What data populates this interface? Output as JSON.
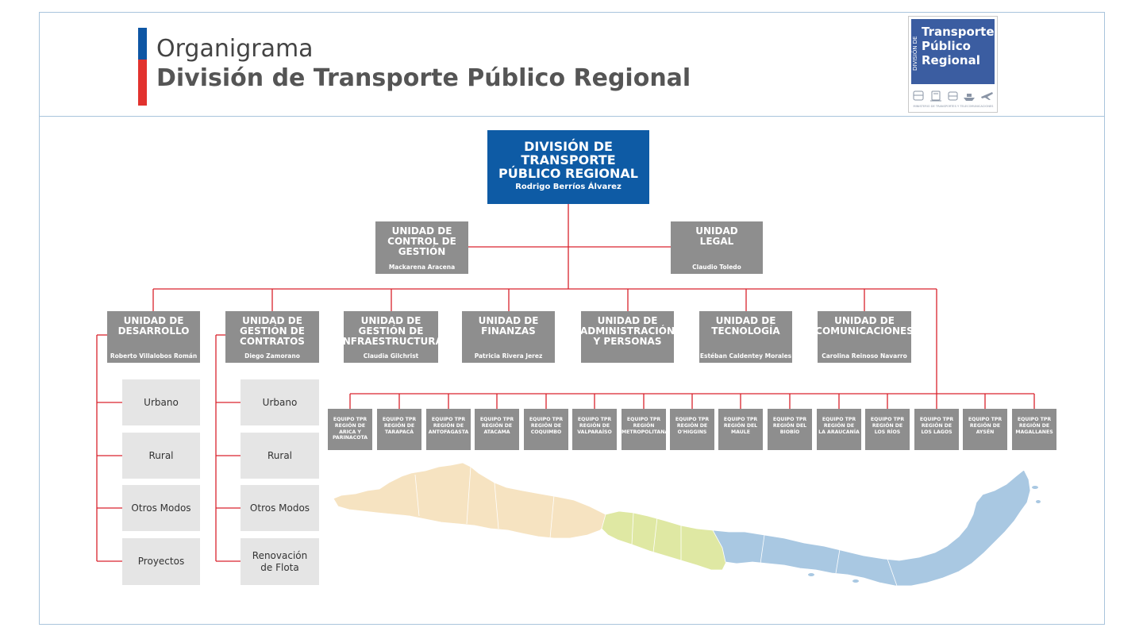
{
  "header": {
    "title_line1": "Organigrama",
    "title_line2": "División de Transporte Público Regional"
  },
  "logo": {
    "side": "DIVISIÓN DE",
    "line1": "Transporte",
    "line2": "Público",
    "line3": "Regional",
    "ministry": "MINISTERIO DE TRANSPORTES Y TELECOMUNICACIONES",
    "icons": [
      "bus-icon",
      "train-icon",
      "tram-icon",
      "boat-icon",
      "plane-icon"
    ]
  },
  "top": {
    "title": [
      "DIVISIÓN DE",
      "TRANSPORTE",
      "PÚBLICO REGIONAL"
    ],
    "person": "Rodrigo Berríos Álvarez"
  },
  "staff": [
    {
      "title": [
        "UNIDAD DE",
        "CONTROL DE",
        "GESTIÓN"
      ],
      "person": "Mackarena Aracena"
    },
    {
      "title": [
        "UNIDAD",
        "LEGAL"
      ],
      "person": "Claudio Toledo"
    }
  ],
  "units": [
    {
      "title": [
        "UNIDAD DE",
        "DESARROLLO"
      ],
      "person": "Roberto Villalobos Román"
    },
    {
      "title": [
        "UNIDAD DE",
        "GESTIÓN DE",
        "CONTRATOS"
      ],
      "person": "Diego Zamorano"
    },
    {
      "title": [
        "UNIDAD DE",
        "GESTIÓN DE",
        "INFRAESTRUCTURA"
      ],
      "person": "Claudia Gilchrist"
    },
    {
      "title": [
        "UNIDAD DE",
        "FINANZAS"
      ],
      "person": "Patricia Rivera Jerez"
    },
    {
      "title": [
        "UNIDAD DE",
        "ADMINISTRACIÓN",
        "Y PERSONAS"
      ],
      "person": ""
    },
    {
      "title": [
        "UNIDAD DE",
        "TECNOLOGÍA"
      ],
      "person": "Estéban Caldentey Morales"
    },
    {
      "title": [
        "UNIDAD DE",
        "COMUNICACIONES"
      ],
      "person": "Carolina Reinoso Navarro"
    }
  ],
  "desarrollo_subunits": [
    "Urbano",
    "Rural",
    "Otros Modos",
    "Proyectos"
  ],
  "contratos_subunits": [
    "Urbano",
    "Rural",
    "Otros Modos",
    "Renovación de Flota"
  ],
  "regions": [
    [
      "EQUIPO TPR",
      "REGIÓN DE",
      "ARICA Y",
      "PARINACOTA"
    ],
    [
      "EQUIPO TPR",
      "REGIÓN DE",
      "TARAPACÁ"
    ],
    [
      "EQUIPO TPR",
      "REGIÓN DE",
      "ANTOFAGASTA"
    ],
    [
      "EQUIPO TPR",
      "REGIÓN DE",
      "ATACAMA"
    ],
    [
      "EQUIPO TPR",
      "REGIÓN DE",
      "COQUIMBO"
    ],
    [
      "EQUIPO TPR",
      "REGIÓN DE",
      "VALPARAÍSO"
    ],
    [
      "EQUIPO TPR",
      "REGIÓN",
      "METROPOLITANA"
    ],
    [
      "EQUIPO TPR",
      "REGIÓN DE",
      "O'HIGGINS"
    ],
    [
      "EQUIPO TPR",
      "REGIÓN DEL",
      "MAULE"
    ],
    [
      "EQUIPO TPR",
      "REGIÓN DEL",
      "BIOBÍO"
    ],
    [
      "EQUIPO TPR",
      "REGIÓN DE",
      "LA ARAUCANÍA"
    ],
    [
      "EQUIPO TPR",
      "REGIÓN DE",
      "LOS RÍOS"
    ],
    [
      "EQUIPO TPR",
      "REGIÓN DE",
      "LOS LAGOS"
    ],
    [
      "EQUIPO TPR",
      "REGIÓN DE",
      "AYSÉN"
    ],
    [
      "EQUIPO TPR",
      "REGIÓN DE",
      "MAGALLANES"
    ]
  ],
  "colors": {
    "accent_blue": "#0e5ba5",
    "flag_red": "#e2322e",
    "box_gray": "#8e8e8e",
    "subunit_gray": "#e5e5e5",
    "connector_red": "#d9232d",
    "map_north": "#f6e3c1",
    "map_center": "#dfe8a3",
    "map_south": "#a9c8e2"
  }
}
